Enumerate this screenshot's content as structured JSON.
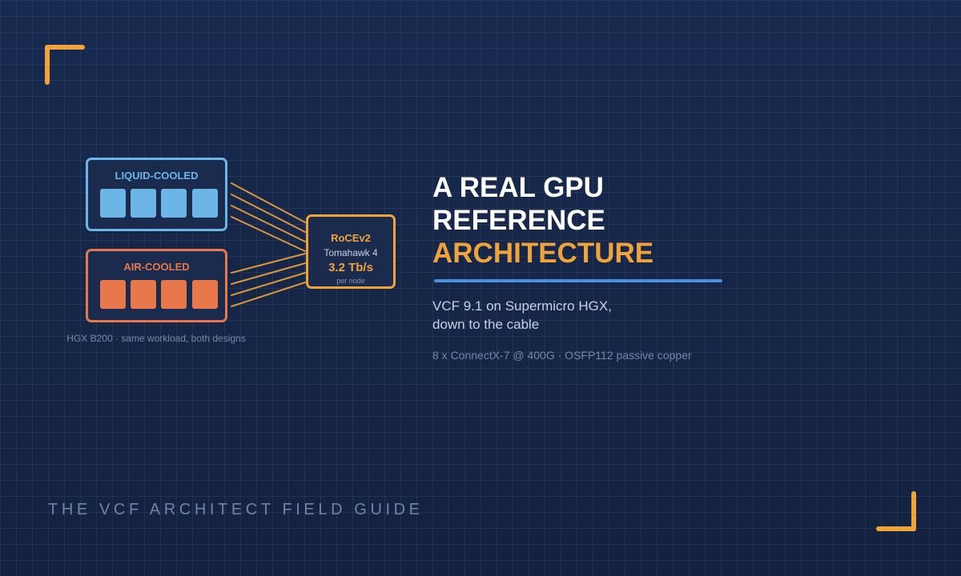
{
  "colors": {
    "background": "#162544",
    "accent_orange": "#f0a33a",
    "liquid_blue": "#6bb6e6",
    "air_orange": "#e8774c",
    "rule_blue": "#4a8fe0",
    "muted_text": "#7488ad"
  },
  "decorations": [
    "corner-bracket-top-left",
    "corner-bracket-bottom-right",
    "grid-background"
  ],
  "diagram": {
    "liquid_node": {
      "title": "LIQUID-COOLED",
      "gpu_count": 4
    },
    "air_node": {
      "title": "AIR-COOLED",
      "gpu_count": 4
    },
    "switch": {
      "protocol": "RoCEv2",
      "chip": "Tomahawk 4",
      "bandwidth": "3.2 Tb/s",
      "bandwidth_note": "per node"
    },
    "caption": "HGX B200 · same workload, both designs"
  },
  "headline": {
    "line1": "A REAL GPU",
    "line2": "REFERENCE",
    "line3": "ARCHITECTURE"
  },
  "subtitle": {
    "line1": "VCF 9.1 on Supermicro HGX,",
    "line2": "down to the cable"
  },
  "spec_line": "8 x ConnectX-7 @ 400G · OSFP112 passive copper",
  "footer": {
    "brand": "THE VCF ARCHITECT FIELD GUIDE"
  }
}
